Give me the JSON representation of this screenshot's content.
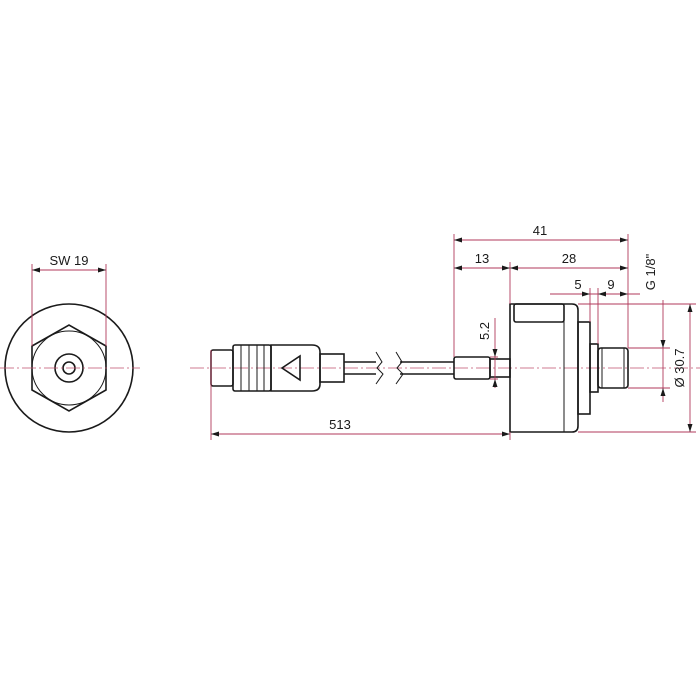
{
  "dimensions": {
    "across_flats": "SW 19",
    "total_length": "513",
    "body_length": "41",
    "cable_gland_length": "13",
    "housing_length": "28",
    "flange_width": "5",
    "thread_length": "9",
    "thread_size": "G 1/8\"",
    "cable_diameter": "5.2",
    "body_diameter": "Ø 30.7"
  },
  "colors": {
    "outline": "#1a1a1a",
    "dimension_line": "#b03a5b",
    "center_line": "#c0506e"
  }
}
